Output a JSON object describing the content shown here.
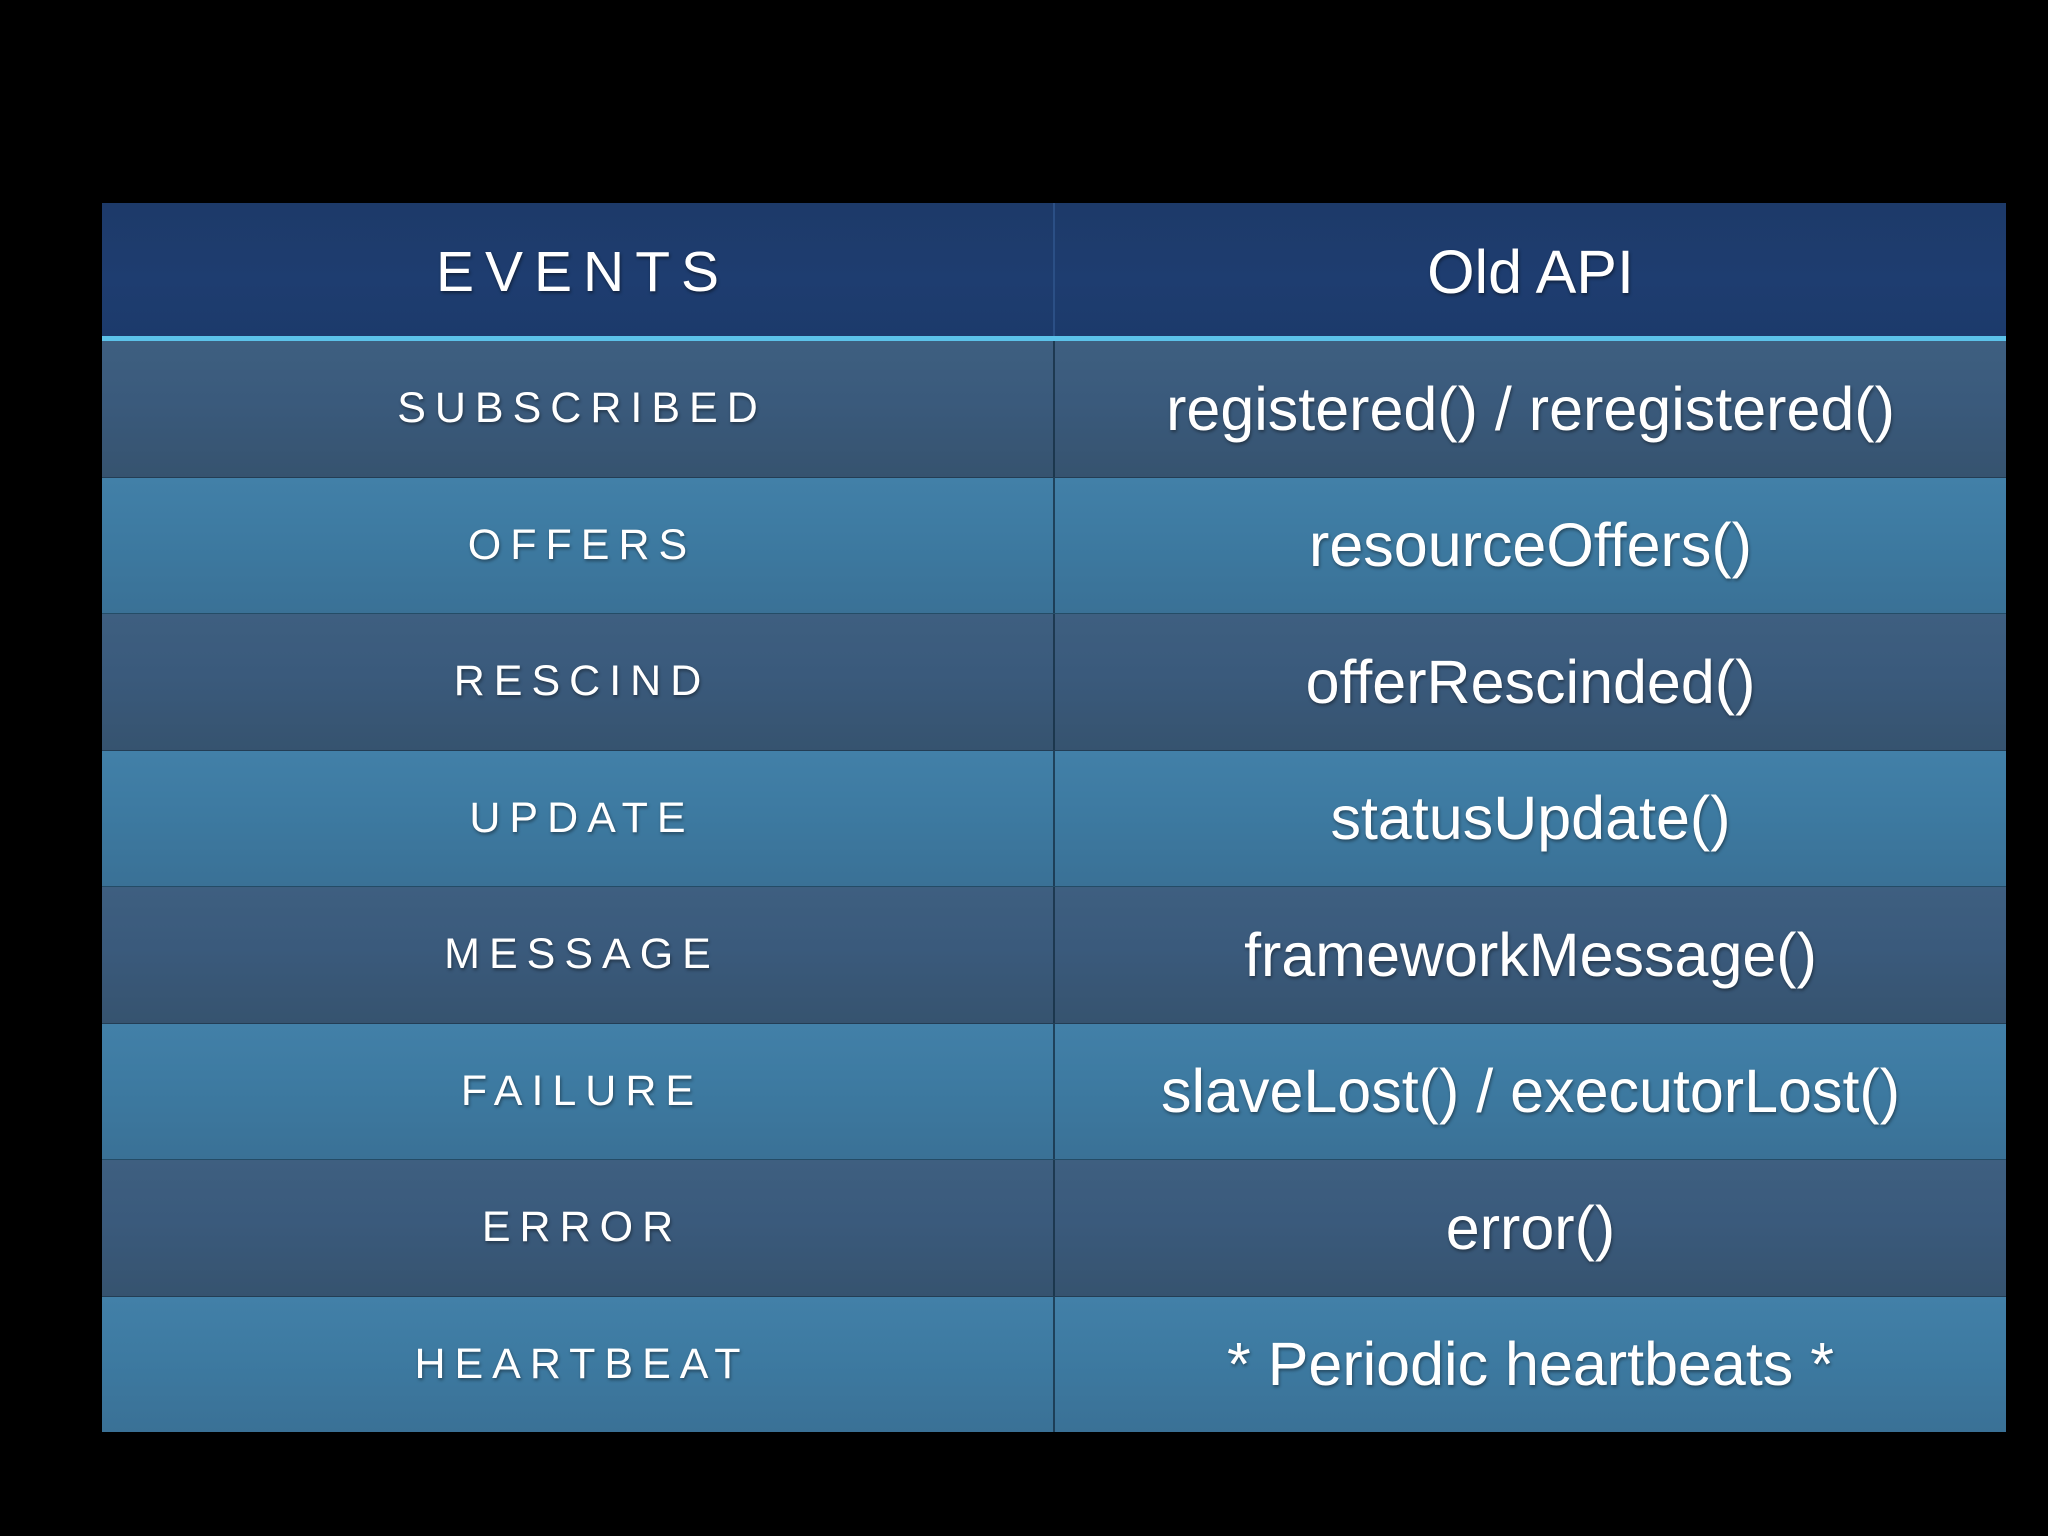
{
  "slide": {
    "background_color": "#000000",
    "accent_color": "#5cc2ea",
    "header_color": "#1e3d70",
    "row_dark_color": "#3a5a7c",
    "row_light_color": "#3d7aa1",
    "text_color": "#ffffff"
  },
  "table": {
    "headers": {
      "events": "EVENTS",
      "old_api": "Old API"
    },
    "rows": [
      {
        "event": "SUBSCRIBED",
        "api": "registered() / reregistered()",
        "shade": "dark"
      },
      {
        "event": "OFFERS",
        "api": "resourceOffers()",
        "shade": "light"
      },
      {
        "event": "RESCIND",
        "api": "offerRescinded()",
        "shade": "dark"
      },
      {
        "event": "UPDATE",
        "api": "statusUpdate()",
        "shade": "light"
      },
      {
        "event": "MESSAGE",
        "api": "frameworkMessage()",
        "shade": "dark"
      },
      {
        "event": "FAILURE",
        "api": "slaveLost() / executorLost()",
        "shade": "light"
      },
      {
        "event": "ERROR",
        "api": "error()",
        "shade": "dark"
      },
      {
        "event": "HEARTBEAT",
        "api": "* Periodic heartbeats *",
        "shade": "light"
      }
    ]
  }
}
